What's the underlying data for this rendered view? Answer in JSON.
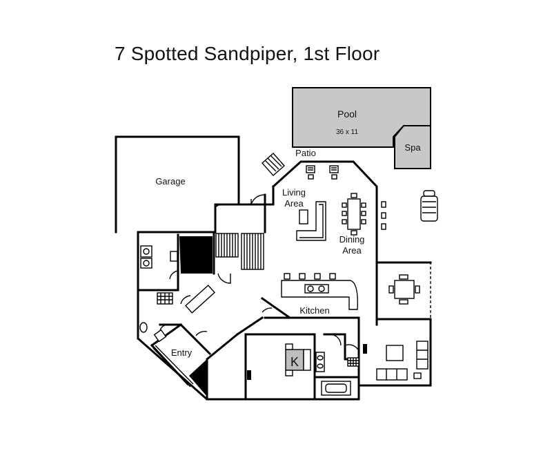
{
  "plan": {
    "title": "7 Spotted Sandpiper, 1st Floor",
    "rooms": {
      "pool": "Pool",
      "pool_size": "36 x 11",
      "spa": "Spa",
      "patio": "Patio",
      "garage": "Garage",
      "living_line1": "Living",
      "living_line2": "Area",
      "dining_line1": "Dining",
      "dining_line2": "Area",
      "kitchen": "Kitchen",
      "entry": "Entry",
      "bed_letter": "K"
    },
    "colors": {
      "pool_fill": "#c8c8c8",
      "wall": "#000000",
      "stair_fill": "#000000",
      "bed_fill": "#bdbdbd"
    }
  }
}
